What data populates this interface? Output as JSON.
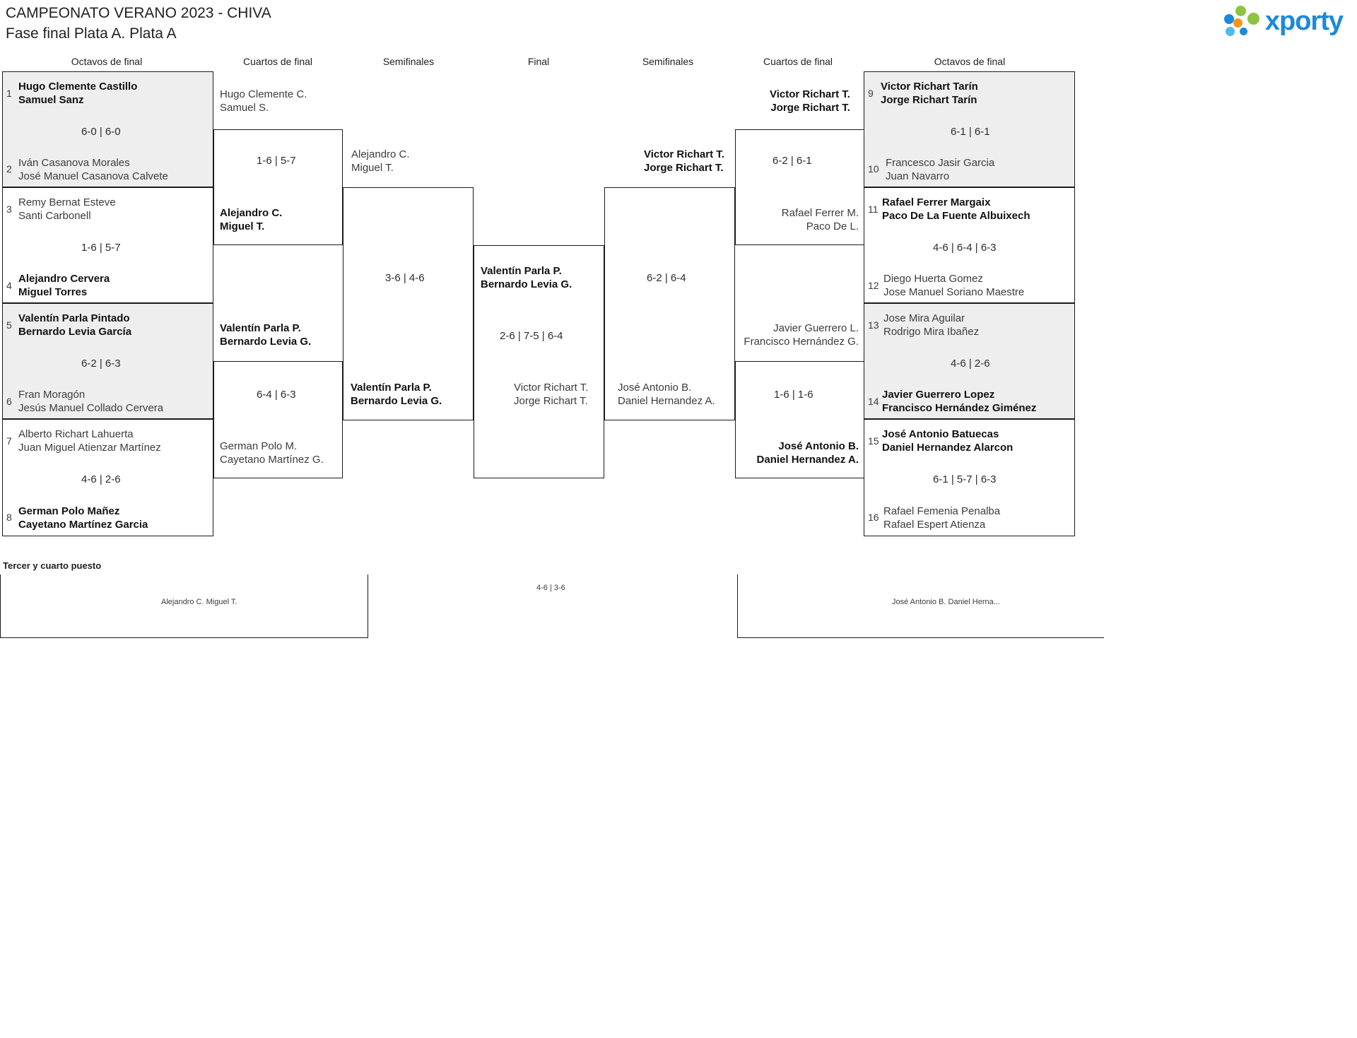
{
  "header": {
    "title_line1": "CAMPEONATO VERANO 2023 - CHIVA",
    "title_line2": "Fase final Plata A. Plata A",
    "logo_text": "xporty",
    "logo_colors": {
      "blue": "#1c8adb",
      "green": "#8bc53f",
      "orange": "#f7941e",
      "lightblue": "#4dbced"
    }
  },
  "round_headers": {
    "r1_left": "Octavos de final",
    "r2_left": "Cuartos de final",
    "r3_left": "Semifinales",
    "final": "Final",
    "r3_right": "Semifinales",
    "r2_right": "Cuartos de final",
    "r1_right": "Octavos de final"
  },
  "left_octavos": [
    {
      "seed": "1",
      "p1": "Hugo Clemente Castillo",
      "p2": "Samuel Sanz",
      "winner": true,
      "shaded": true
    },
    {
      "seed": "2",
      "p1": "Iván Casanova Morales",
      "p2": "José Manuel Casanova Calvete",
      "winner": false,
      "shaded": true
    },
    {
      "seed": "3",
      "p1": "Remy Bernat Esteve",
      "p2": "Santi Carbonell",
      "winner": false,
      "shaded": false
    },
    {
      "seed": "4",
      "p1": "Alejandro Cervera",
      "p2": "Miguel Torres",
      "winner": true,
      "shaded": false
    },
    {
      "seed": "5",
      "p1": "Valentín Parla Pintado",
      "p2": "Bernardo Levia García",
      "winner": true,
      "shaded": true
    },
    {
      "seed": "6",
      "p1": "Fran Moragón",
      "p2": "Jesús Manuel Collado Cervera",
      "winner": false,
      "shaded": true
    },
    {
      "seed": "7",
      "p1": "Alberto Richart Lahuerta",
      "p2": "Juan Miguel Atienzar Martínez",
      "winner": false,
      "shaded": false
    },
    {
      "seed": "8",
      "p1": "German Polo Mañez",
      "p2": "Cayetano Martínez Garcia",
      "winner": true,
      "shaded": false
    }
  ],
  "left_octavos_scores": [
    "6-0 | 6-0",
    "1-6 | 5-7",
    "6-2 | 6-3",
    "4-6 | 2-6"
  ],
  "left_cuartos": [
    {
      "p1": "Hugo Clemente C.",
      "p2": "Samuel S.",
      "winner": false
    },
    {
      "p1": "Alejandro C.",
      "p2": "Miguel T.",
      "winner": true
    },
    {
      "p1": "Valentín Parla P.",
      "p2": "Bernardo Levia G.",
      "winner": true
    },
    {
      "p1": "German Polo M.",
      "p2": "Cayetano Martínez G.",
      "winner": false
    }
  ],
  "left_cuartos_scores": [
    "1-6 | 5-7",
    "6-4 | 6-3"
  ],
  "left_semis": [
    {
      "p1": "Alejandro C.",
      "p2": "Miguel T.",
      "winner": false
    },
    {
      "p1": "Valentín Parla P.",
      "p2": "Bernardo Levia G.",
      "winner": true
    }
  ],
  "left_semis_score": "3-6 | 4-6",
  "final": {
    "champion": {
      "p1": "Valentín Parla P.",
      "p2": "Bernardo Levia G.",
      "winner": true
    },
    "runnerup": {
      "p1": "Victor Richart T.",
      "p2": "Jorge Richart T.",
      "winner": false
    },
    "score": "2-6 | 7-5 | 6-4"
  },
  "right_semis": [
    {
      "p1": "Victor Richart T.",
      "p2": "Jorge Richart T.",
      "winner": true
    },
    {
      "p1": "José Antonio B.",
      "p2": "Daniel Hernandez A.",
      "winner": false
    }
  ],
  "right_semis_score": "6-2 | 6-4",
  "right_cuartos": [
    {
      "p1": "Victor Richart T.",
      "p2": "Jorge Richart T.",
      "winner": true
    },
    {
      "p1": "Rafael Ferrer M.",
      "p2": "Paco De L.",
      "winner": false
    },
    {
      "p1": "Javier Guerrero L.",
      "p2": "Francisco Hernández G.",
      "winner": false
    },
    {
      "p1": "José Antonio B.",
      "p2": "Daniel Hernandez A.",
      "winner": true
    }
  ],
  "right_cuartos_scores": [
    "6-2 | 6-1",
    "1-6 | 1-6"
  ],
  "right_octavos": [
    {
      "seed": "9",
      "p1": "Victor Richart Tarín",
      "p2": "Jorge Richart Tarín",
      "winner": true,
      "shaded": true
    },
    {
      "seed": "10",
      "p1": "Francesco Jasir Garcia",
      "p2": "Juan Navarro",
      "winner": false,
      "shaded": true
    },
    {
      "seed": "11",
      "p1": "Rafael Ferrer Margaix",
      "p2": "Paco De La Fuente Albuixech",
      "winner": true,
      "shaded": false
    },
    {
      "seed": "12",
      "p1": "Diego Huerta Gomez",
      "p2": "Jose Manuel Soriano Maestre",
      "winner": false,
      "shaded": false
    },
    {
      "seed": "13",
      "p1": "Jose Mira Aguilar",
      "p2": "Rodrigo Mira Ibañez",
      "winner": false,
      "shaded": true
    },
    {
      "seed": "14",
      "p1": "Javier Guerrero Lopez",
      "p2": "Francisco Hernández Giménez",
      "winner": true,
      "shaded": true
    },
    {
      "seed": "15",
      "p1": "José Antonio Batuecas",
      "p2": "Daniel Hernandez Alarcon",
      "winner": true,
      "shaded": false
    },
    {
      "seed": "16",
      "p1": "Rafael Femenia Penalba",
      "p2": "Rafael Espert Atienza",
      "winner": false,
      "shaded": false
    }
  ],
  "right_octavos_scores": [
    "6-1 | 6-1",
    "4-6 | 6-4 | 6-3",
    "4-6 | 2-6",
    "6-1 | 5-7 | 6-3"
  ],
  "third_place": {
    "label": "Tercer y cuarto puesto",
    "left": {
      "p1": "Alejandro C.",
      "p2": "Miguel T."
    },
    "right": {
      "p1": "José Antonio B.",
      "p2": "Daniel Herna..."
    },
    "score": "4-6 | 3-6"
  }
}
